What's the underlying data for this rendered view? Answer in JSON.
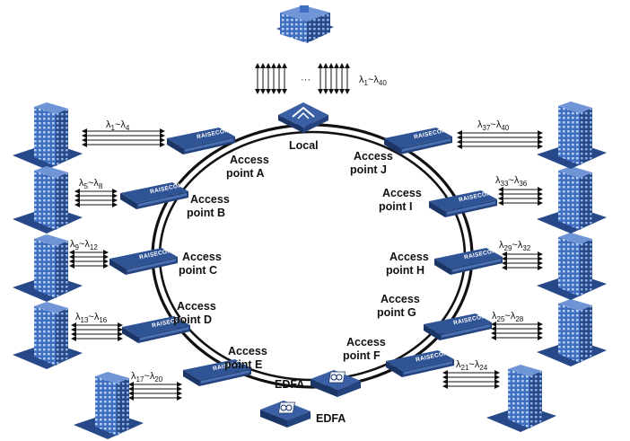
{
  "central": {
    "label": "Local",
    "lambda": {
      "start": "1",
      "end": "40"
    },
    "dots": "···"
  },
  "brand": "RAISECOM",
  "access_points": [
    {
      "id": "a",
      "label_line1": "Access",
      "label_line2": "point A",
      "lambda": {
        "start": "1",
        "end": "4"
      }
    },
    {
      "id": "b",
      "label_line1": "Access",
      "label_line2": "point B",
      "lambda": {
        "start": "5",
        "end": "8"
      }
    },
    {
      "id": "c",
      "label_line1": "Access",
      "label_line2": "point C",
      "lambda": {
        "start": "9",
        "end": "12"
      }
    },
    {
      "id": "d",
      "label_line1": "Access",
      "label_line2": "point D",
      "lambda": {
        "start": "13",
        "end": "16"
      }
    },
    {
      "id": "e",
      "label_line1": "Access",
      "label_line2": "point E",
      "lambda": {
        "start": "17",
        "end": "20"
      }
    },
    {
      "id": "f",
      "label_line1": "Access",
      "label_line2": "point F",
      "lambda": {
        "start": "21",
        "end": "24"
      }
    },
    {
      "id": "g",
      "label_line1": "Access",
      "label_line2": "point G",
      "lambda": {
        "start": "25",
        "end": "28"
      }
    },
    {
      "id": "h",
      "label_line1": "Access",
      "label_line2": "point H",
      "lambda": {
        "start": "29",
        "end": "32"
      }
    },
    {
      "id": "i",
      "label_line1": "Access",
      "label_line2": "point I",
      "lambda": {
        "start": "33",
        "end": "36"
      }
    },
    {
      "id": "j",
      "label_line1": "Access",
      "label_line2": "point J",
      "lambda": {
        "start": "37",
        "end": "40"
      }
    }
  ],
  "edfa": [
    {
      "label": "EDFA"
    },
    {
      "label": "EDFA"
    }
  ],
  "colors": {
    "device_top": "#2f5496",
    "device_side": "#1b3566",
    "building_front": "#3e6fc0",
    "building_side": "#27498a",
    "ring": "#111111"
  }
}
